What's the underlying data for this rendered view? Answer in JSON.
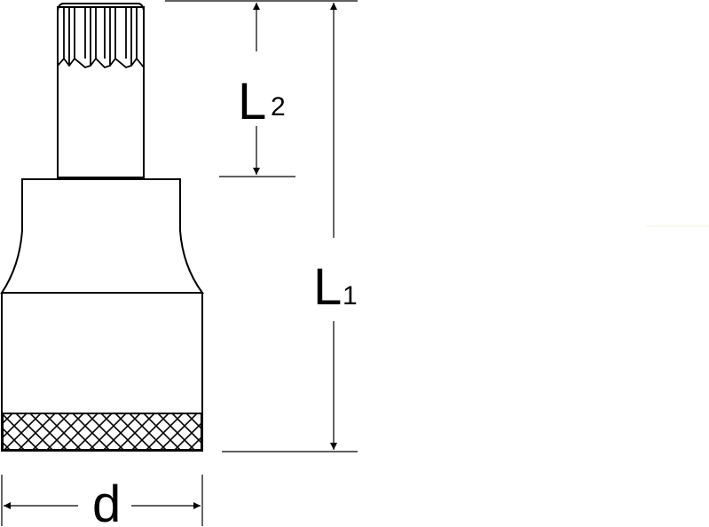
{
  "labels": {
    "l2_letter": "L",
    "l2_sub": "2",
    "l1_letter": "L",
    "l1_sub": "1",
    "d": "d"
  },
  "colors": {
    "stroke": "#000000",
    "background": "#ffffff"
  }
}
